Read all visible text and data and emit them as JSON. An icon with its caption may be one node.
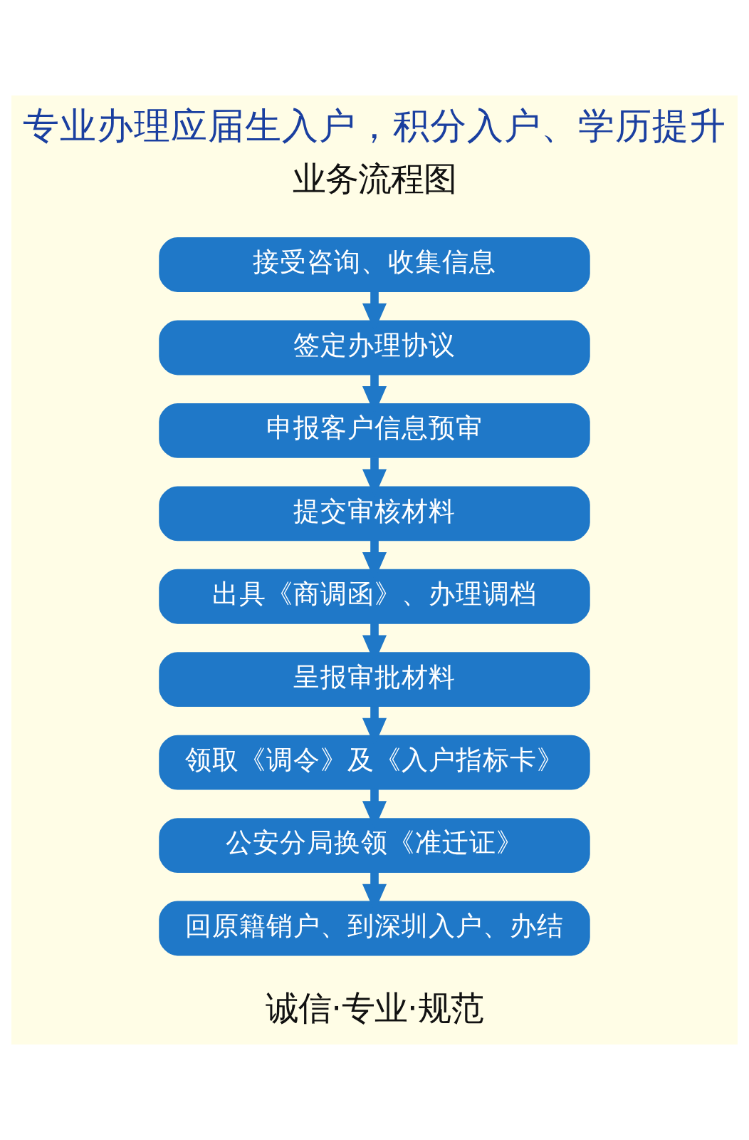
{
  "diagram": {
    "title": "专业办理应届生入户，积分入户、学历提升",
    "nodes": [
      {
        "text": [
          "接受咨询、收集信息"
        ]
      },
      {
        "text": [
          "签定办理协议"
        ]
      },
      {
        "text": [
          "申报客户信息预审"
        ]
      },
      {
        "text": [
          "提交审核材料"
        ]
      },
      {
        "text": [
          "出具《商调函》、办理调档"
        ]
      },
      {
        "text": [
          "呈报审批材料"
        ]
      },
      {
        "text": [
          "领取《调令》及《入户指标卡》"
        ]
      },
      {
        "text": [
          "公安分局换领《准迁证》"
        ]
      },
      {
        "text": [
          "回原籍销户、到深圳入户、办结"
        ]
      }
    ],
    "edges": [
      {
        "from": 0,
        "to": 1,
        "arrow": "to"
      },
      {
        "from": 1,
        "to": 2,
        "arrow": "to"
      },
      {
        "from": 2,
        "to": 3,
        "arrow": "to"
      },
      {
        "from": 3,
        "to": 4,
        "arrow": "to"
      },
      {
        "from": 4,
        "to": 5,
        "arrow": "to"
      },
      {
        "from": 5,
        "to": 6,
        "arrow": "to"
      },
      {
        "from": 6,
        "to": 7,
        "arrow": "to"
      },
      {
        "from": 7,
        "to": 8,
        "arrow": "to"
      }
    ],
    "labels": [
      "业务流程图",
      "诚信·专业·规范"
    ]
  }
}
